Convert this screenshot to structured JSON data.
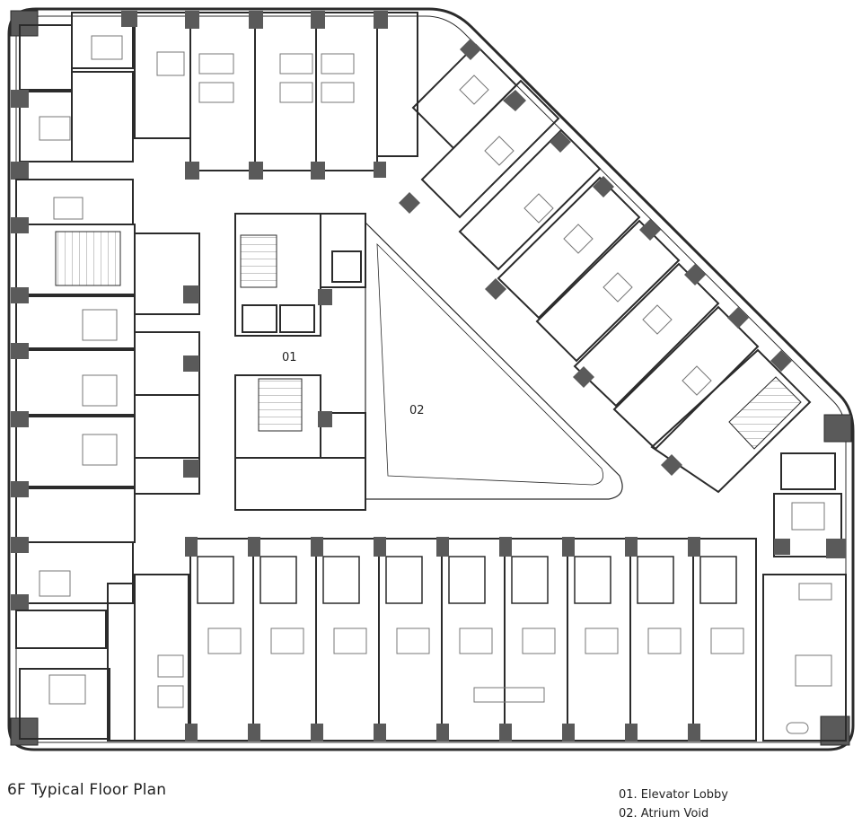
{
  "plan": {
    "title": "6F Typical Floor Plan",
    "zones": [
      {
        "code": "01",
        "name": "Elevator Lobby"
      },
      {
        "code": "02",
        "name": "Atrium Void"
      }
    ],
    "legend": [
      "01. Elevator Lobby",
      "02. Atrium Void"
    ]
  },
  "colors": {
    "wall": "#2b2b2b",
    "column": "#555555",
    "line": "#444444",
    "background": "#ffffff"
  }
}
